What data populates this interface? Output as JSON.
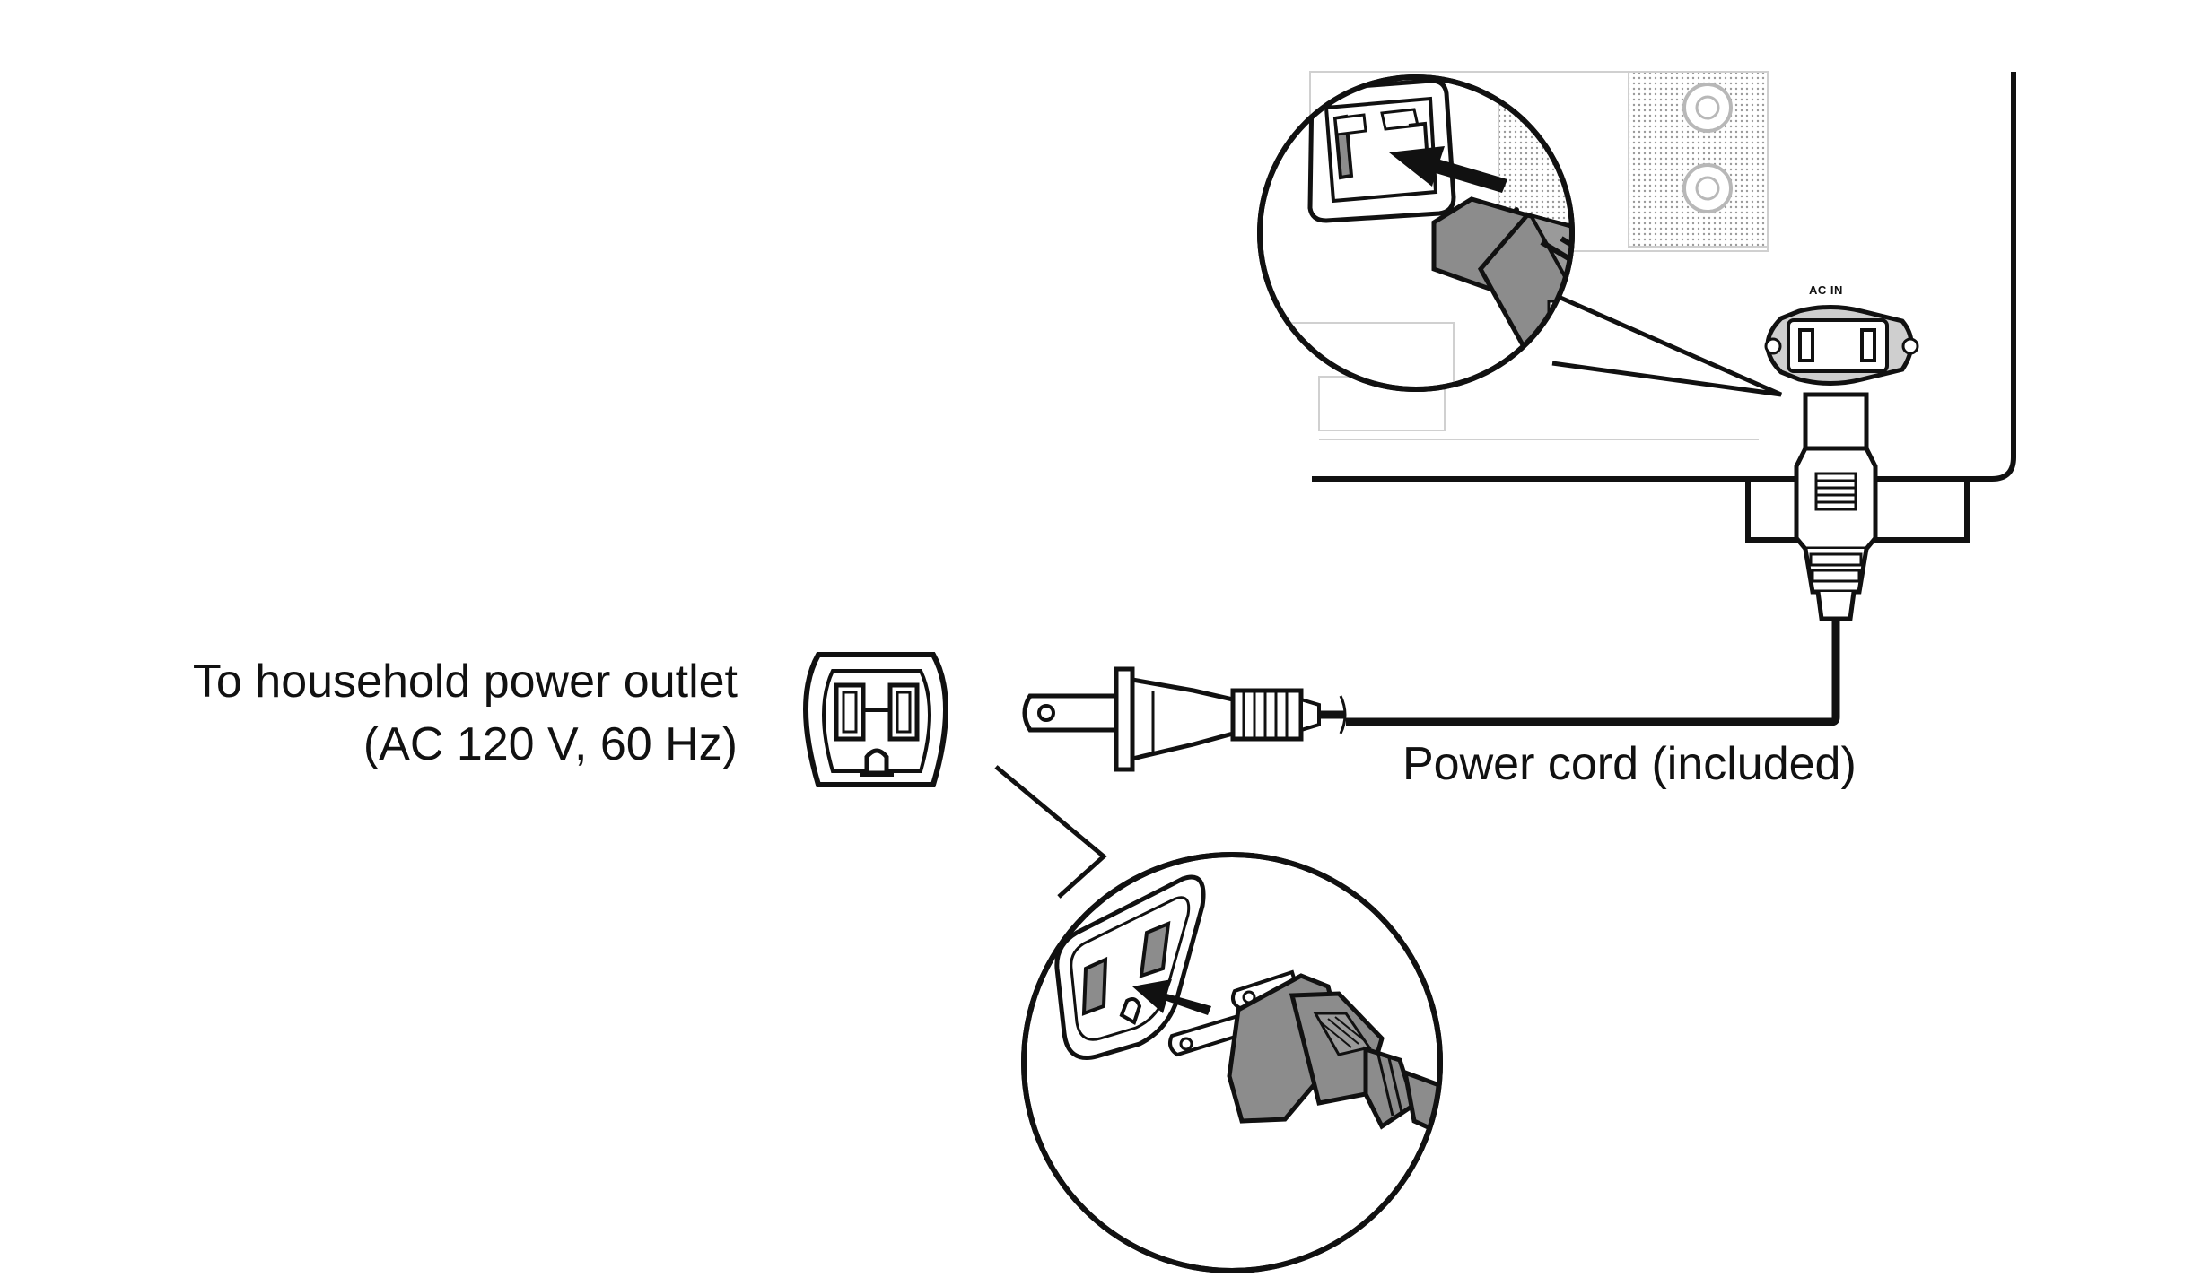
{
  "labels": {
    "outlet_line1": "To household power outlet",
    "outlet_line2": "(AC 120 V, 60 Hz)",
    "power_cord": "Power cord (included)",
    "ac_in": "AC IN"
  },
  "icons": {
    "wall_outlet": "us-wall-outlet-icon",
    "two_prong_plug": "two-prong-plug-icon",
    "iec_connector": "iec-c7-connector-icon",
    "insert_arrow": "insert-arrow-icon"
  },
  "colors": {
    "line": "#111111",
    "plug_fill": "#8c8c8c",
    "device_detail": "#cfcfcf"
  }
}
